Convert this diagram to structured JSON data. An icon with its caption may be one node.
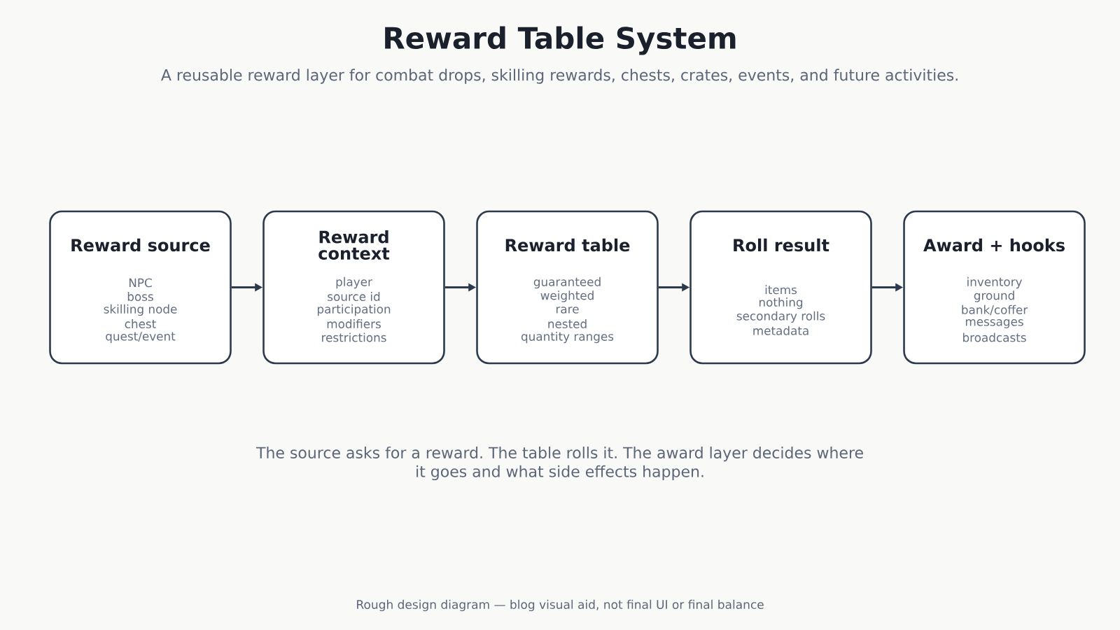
{
  "diagram": {
    "title": "Reward Table System",
    "nodes": [
      {
        "text": [
          "Reward source",
          "NPC",
          "boss",
          "skilling node",
          "chest",
          "quest/event"
        ]
      },
      {
        "text": [
          "Reward context",
          "player",
          "source id",
          "participation",
          "modifiers",
          "restrictions"
        ]
      },
      {
        "text": [
          "Reward table",
          "guaranteed",
          "weighted",
          "rare",
          "nested",
          "quantity ranges"
        ]
      },
      {
        "text": [
          "Roll result",
          "items",
          "nothing",
          "secondary rolls",
          "metadata"
        ]
      },
      {
        "text": [
          "Award + hooks",
          "inventory",
          "ground",
          "bank/coffer",
          "messages",
          "broadcasts"
        ]
      }
    ],
    "edges": [
      {
        "from": 0,
        "to": 1,
        "arrow": "to"
      },
      {
        "from": 1,
        "to": 2,
        "arrow": "to"
      },
      {
        "from": 2,
        "to": 3,
        "arrow": "to"
      },
      {
        "from": 3,
        "to": 4,
        "arrow": "to"
      }
    ],
    "labels": [
      "A reusable reward layer for combat drops, skilling rewards, chests, crates, events, and future activities.",
      "The source asks for a reward. The table rolls it. The award layer decides where it goes and what side effects happen."
    ],
    "caption": "Rough design diagram — blog visual aid, not final UI or final balance"
  }
}
